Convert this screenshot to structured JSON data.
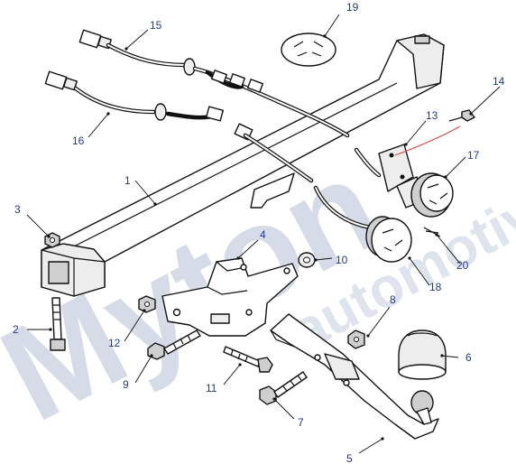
{
  "watermark": {
    "brand": "Myton",
    "tagline": "automotive",
    "color": "#d6dbe8"
  },
  "label_color": "#1f3a8a",
  "highlight_color": "#d9534f",
  "callouts": [
    {
      "id": "1",
      "name": "callout-1-crossbar"
    },
    {
      "id": "2",
      "name": "callout-2-long-bolt"
    },
    {
      "id": "3",
      "name": "callout-3-nut"
    },
    {
      "id": "4",
      "name": "callout-4-mounting-bracket"
    },
    {
      "id": "5",
      "name": "callout-5-tow-neck"
    },
    {
      "id": "6",
      "name": "callout-6-towball-cover"
    },
    {
      "id": "7",
      "name": "callout-7-bolt"
    },
    {
      "id": "8",
      "name": "callout-8-nut"
    },
    {
      "id": "9",
      "name": "callout-9-bolt"
    },
    {
      "id": "10",
      "name": "callout-10-washer"
    },
    {
      "id": "11",
      "name": "callout-11-bolt"
    },
    {
      "id": "12",
      "name": "callout-12-nut"
    },
    {
      "id": "13",
      "name": "callout-13-socket-plate"
    },
    {
      "id": "14",
      "name": "callout-14-screw"
    },
    {
      "id": "15",
      "name": "callout-15-wiring-loom"
    },
    {
      "id": "16",
      "name": "callout-16-wiring-loom"
    },
    {
      "id": "17",
      "name": "callout-17-socket"
    },
    {
      "id": "18",
      "name": "callout-18-socket"
    },
    {
      "id": "19",
      "name": "callout-19-grommet"
    },
    {
      "id": "20",
      "name": "callout-20-screw"
    }
  ]
}
